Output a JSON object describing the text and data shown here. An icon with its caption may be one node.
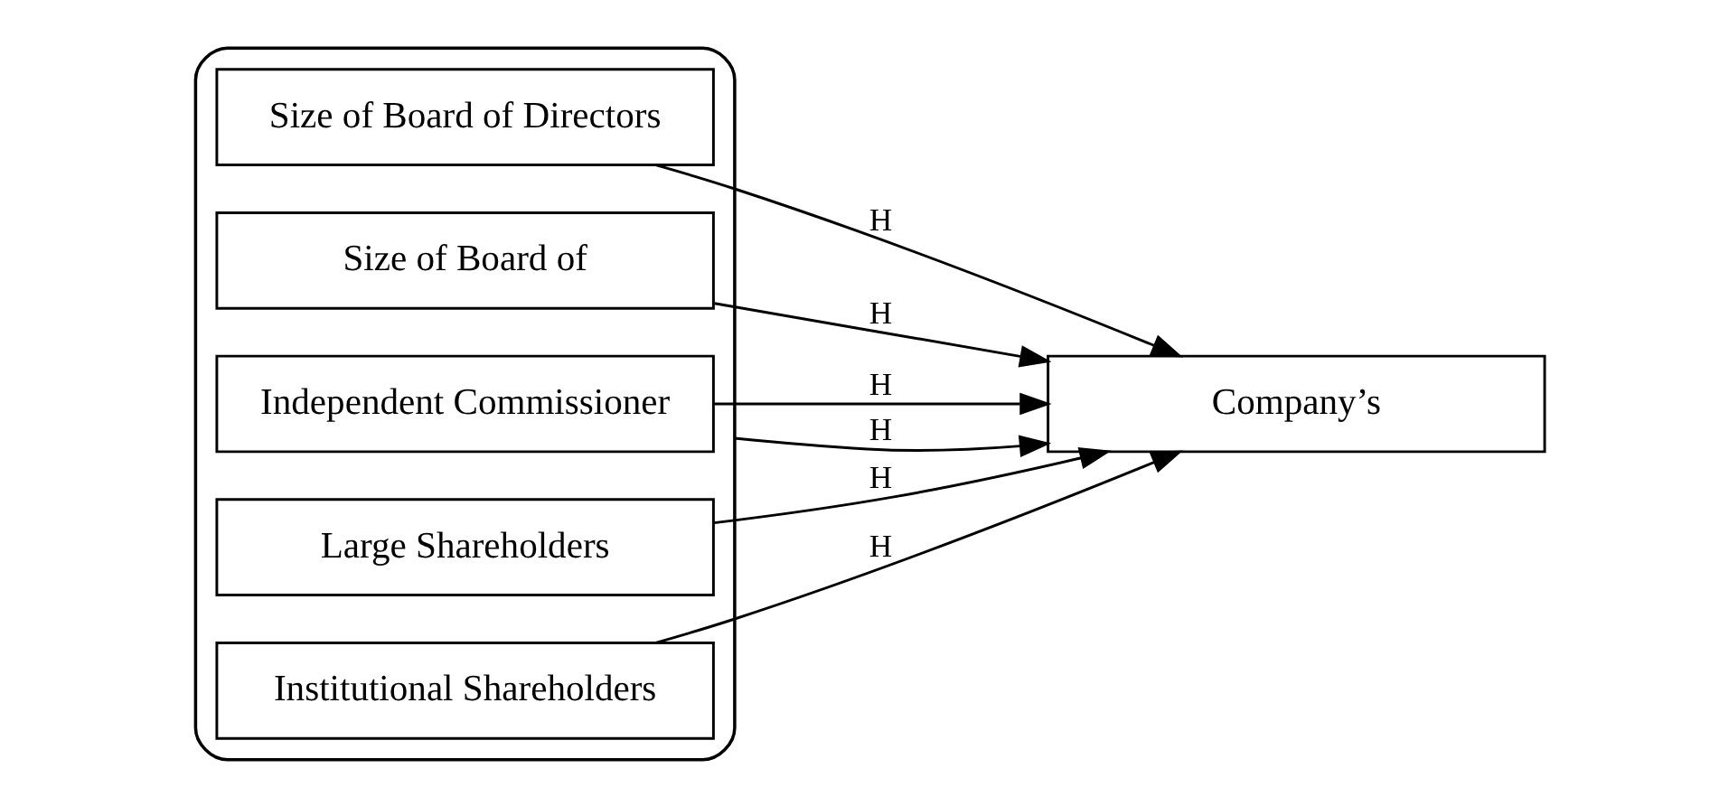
{
  "diagram": {
    "nodes": [
      {
        "text": [],
        "shape": "bracket"
      },
      {
        "text": [
          "Size of Board of Directors"
        ],
        "in": 0
      },
      {
        "text": [
          "Size of Board of"
        ],
        "in": 0
      },
      {
        "text": [
          "Independent Commissioner"
        ],
        "in": 0
      },
      {
        "text": [
          "Large Shareholders"
        ],
        "in": 0
      },
      {
        "text": [
          "Institutional Shareholders"
        ],
        "in": 0
      },
      {
        "text": [
          "Company’s"
        ]
      }
    ],
    "edges": [
      {
        "from": 1,
        "to": 6,
        "arrow": "to",
        "label": "H"
      },
      {
        "from": 2,
        "to": 6,
        "arrow": "to",
        "label": "H"
      },
      {
        "from": 3,
        "to": 6,
        "arrow": "to",
        "label": "H"
      },
      {
        "from": 4,
        "to": 6,
        "arrow": "to",
        "label": "H"
      },
      {
        "from": 5,
        "to": 6,
        "arrow": "to",
        "label": "H"
      },
      {
        "from": 0,
        "to": 6,
        "arrow": "to",
        "label": "H"
      }
    ]
  }
}
